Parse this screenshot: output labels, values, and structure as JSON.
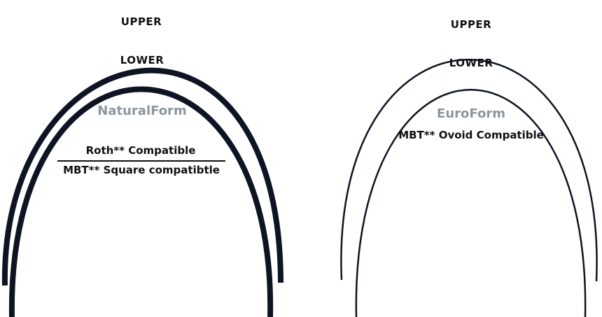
{
  "colors": {
    "arch_stroke": "#0f1424",
    "label_text": "#111111",
    "form_name_text": "#8e959c",
    "divider": "#111111"
  },
  "natural_form": {
    "upper_label": "UPPER",
    "lower_label": "LOWER",
    "name": "NaturalForm",
    "compat_top": "Roth** Compatible",
    "compat_bottom": "MBT** Square compatibtle"
  },
  "euro_form": {
    "upper_label": "UPPER",
    "lower_label": "LOWER",
    "name": "EuroForm",
    "compat": "MBT** Ovoid Compatible"
  }
}
